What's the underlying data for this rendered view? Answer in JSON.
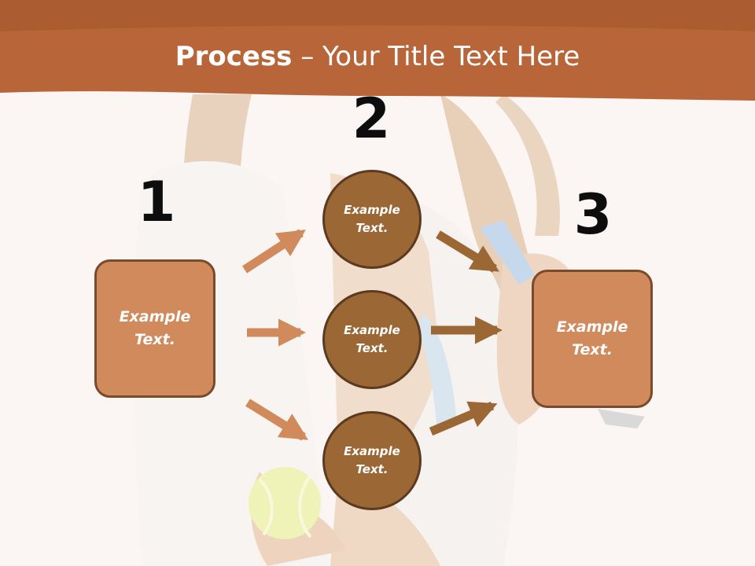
{
  "slide": {
    "title_bold": "Process",
    "title_rest": " – Your Title Text Here"
  },
  "steps": {
    "one": "1",
    "two": "2",
    "three": "3"
  },
  "left_box": {
    "text": "Example Text."
  },
  "right_box": {
    "text": "Example Text."
  },
  "circles": [
    {
      "text": "Example Text."
    },
    {
      "text": "Example Text."
    },
    {
      "text": "Example Text."
    }
  ],
  "colors": {
    "banner": "#b8653a",
    "box_fill": "#d08a5c",
    "circle_fill": "#9b6735",
    "arrow_left": "#d08a5c",
    "arrow_right": "#9b6735"
  }
}
